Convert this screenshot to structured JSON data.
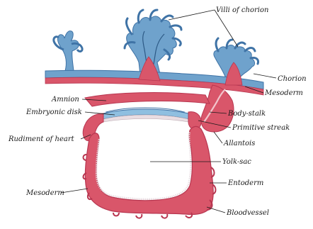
{
  "colors": {
    "mesoderm_red": "#d9566a",
    "mesoderm_red_dark": "#b83650",
    "mesoderm_red_light": "#ee8a98",
    "chorion_blue": "#6fa2cc",
    "chorion_blue_dark": "#3f73a6",
    "ectoderm_blue": "#8fbfe0",
    "entoderm_pale": "#e9dde2",
    "background": "#ffffff"
  },
  "labels": {
    "villi": "Villi of chorion",
    "chorion": "Chorion",
    "mesoderm_right": "Mesoderm",
    "amnion": "Amnion",
    "body_stalk": "Body-stalk",
    "embryonic_disk": "Embryonic disk",
    "primitive_streak": "Primitive streak",
    "rudiment_heart": "Rudiment of heart",
    "allantois": "Allantois",
    "yolk_sac": "Yolk-sac",
    "entoderm": "Entoderm",
    "mesoderm_left": "Mesoderm",
    "bloodvessel": "Bloodvessel"
  }
}
